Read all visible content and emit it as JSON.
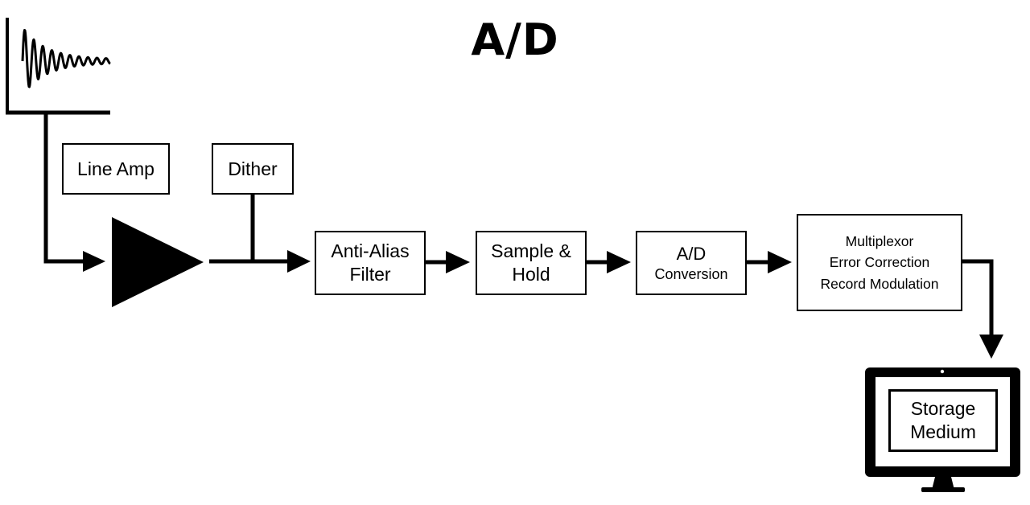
{
  "diagram": {
    "title": "A/D",
    "blocks": {
      "line_amp": "Line Amp",
      "dither": "Dither",
      "anti_alias": [
        "Anti-Alias",
        "Filter"
      ],
      "sample_hold": [
        "Sample &",
        "Hold"
      ],
      "ad_conversion": [
        "A/D",
        "Conversion"
      ],
      "multiplexor": [
        "Multiplexor",
        "Error Correction",
        "Record Modulation"
      ],
      "storage": [
        "Storage",
        "Medium"
      ]
    },
    "icons": {
      "input_signal": "damped-waveform-icon",
      "amplifier": "amplifier-triangle-icon",
      "monitor": "monitor-icon"
    }
  }
}
